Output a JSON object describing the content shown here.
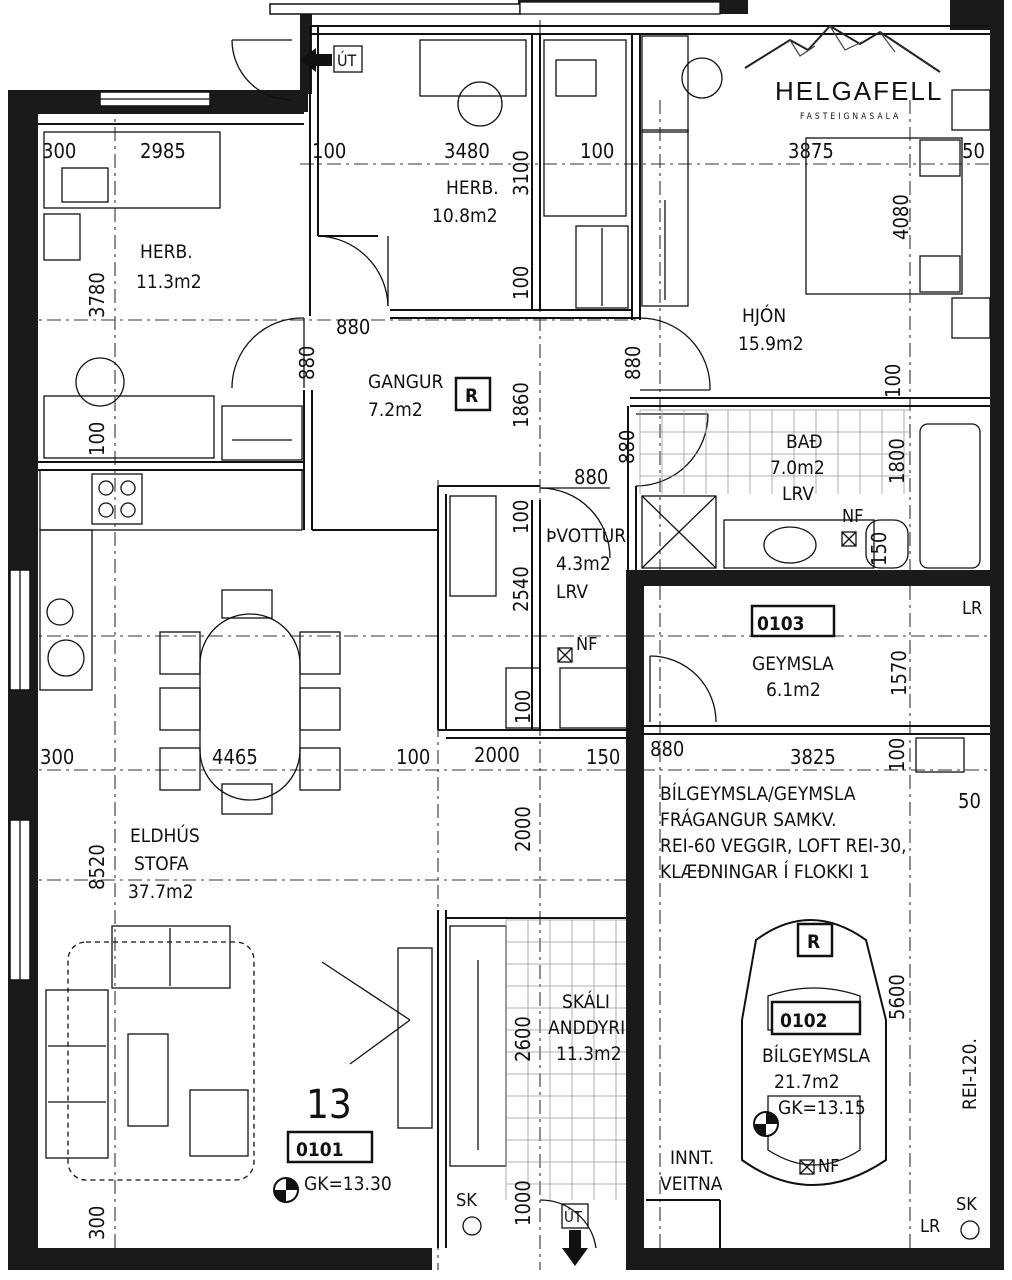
{
  "logo": {
    "name": "HELGAFELL",
    "tagline": "FASTEIGNASALA"
  },
  "unit": {
    "number": "13",
    "id": "0101",
    "floor_level": "GK=13.30"
  },
  "rooms": {
    "herb_left": {
      "name": "HERB.",
      "area": "11.3m2"
    },
    "herb_mid": {
      "name": "HERB.",
      "area": "10.8m2"
    },
    "hjon": {
      "name": "HJÓN",
      "area": "15.9m2"
    },
    "gangur": {
      "name": "GANGUR",
      "area": "7.2m2"
    },
    "bad": {
      "name": "BAÐ",
      "area": "7.0m2",
      "note": "LRV"
    },
    "thvottur": {
      "name": "ÞVOTTUR",
      "area": "4.3m2",
      "note": "LRV"
    },
    "geymsla": {
      "id": "0103",
      "name": "GEYMSLA",
      "area": "6.1m2"
    },
    "eldhus": {
      "name1": "ELDHÚS",
      "name2": "STOFA",
      "area": "37.7m2"
    },
    "skali": {
      "name1": "SKÁLI",
      "name2": "ANDDYRI",
      "area": "11.3m2"
    },
    "bilgeymsla": {
      "id": "0102",
      "name": "BÍLGEYMSLA",
      "area": "21.7m2",
      "floor_level": "GK=13.15",
      "spec_lines": [
        "BÍLGEYMSLA/GEYMSLA",
        "FRÁGANGUR SAMKV.",
        "REI-60 VEGGIR, LOFT REI-30,",
        "KLÆÐNINGAR Í FLOKKI 1"
      ],
      "wall_rating": "REI-120."
    }
  },
  "labels": {
    "r_marker": "R",
    "nf": "NF",
    "lr": "LR",
    "lrv": "LRV",
    "sk": "SK",
    "ut": "ÚT",
    "innt1": "INNT.",
    "innt2": "VEITNA"
  },
  "dimensions": {
    "d300_top": "300",
    "d2985": "2985",
    "d100_a": "100",
    "d3480": "3480",
    "d3100": "3100",
    "d100_b": "100",
    "d3875": "3875",
    "d50_top": "50",
    "d4080": "4080",
    "d3780": "3780",
    "d100_c": "100",
    "d880_a": "880",
    "d880_b": "880",
    "d1860": "1860",
    "d880_c": "880",
    "d100_d": "100",
    "d880_d": "880",
    "d1800": "1800",
    "d100_e": "100",
    "d880_e": "880",
    "d100_f": "100",
    "d150_a": "150",
    "d2540": "2540",
    "d1570": "1570",
    "d100_g": "100",
    "d300_mid": "300",
    "d4465": "4465",
    "d100_h": "100",
    "d2000_a": "2000",
    "d150_b": "150",
    "d880_f": "880",
    "d3825": "3825",
    "d100_i": "100",
    "d50_mid": "50",
    "d2000_b": "2000",
    "d8520": "8520",
    "d2600": "2600",
    "d5600": "5600",
    "d1000": "1000",
    "d300_bot": "300"
  }
}
